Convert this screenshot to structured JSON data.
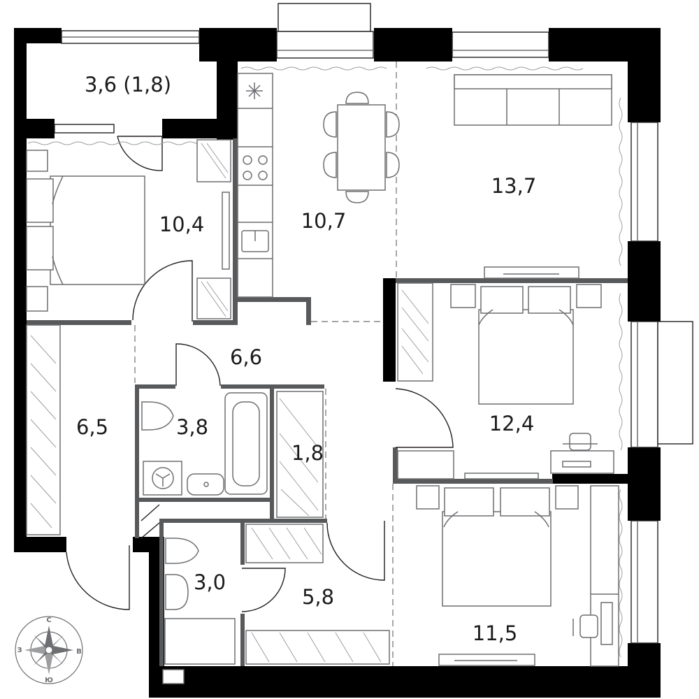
{
  "plan": {
    "rooms": [
      {
        "id": "balcony",
        "area": "3,6 (1,8)"
      },
      {
        "id": "bedroom-left",
        "area": "10,4"
      },
      {
        "id": "kitchen",
        "area": "10,7"
      },
      {
        "id": "living-room",
        "area": "13,7"
      },
      {
        "id": "hallway",
        "area": "6,6"
      },
      {
        "id": "bathroom",
        "area": "3,8"
      },
      {
        "id": "wardrobe",
        "area": "1,8"
      },
      {
        "id": "bedroom-right",
        "area": "12,4"
      },
      {
        "id": "entrance",
        "area": "6,5"
      },
      {
        "id": "toilet",
        "area": "3,0"
      },
      {
        "id": "corridor",
        "area": "5,8"
      },
      {
        "id": "bedroom-bottom",
        "area": "11,5"
      }
    ],
    "compass": {
      "north": "С",
      "south": "Ю",
      "west": "З",
      "east": "В"
    }
  },
  "colors": {
    "outer_wall": "#000000",
    "inner_wall": "#58595b",
    "line": "#6d6e71",
    "text": "#1b1b1b"
  }
}
